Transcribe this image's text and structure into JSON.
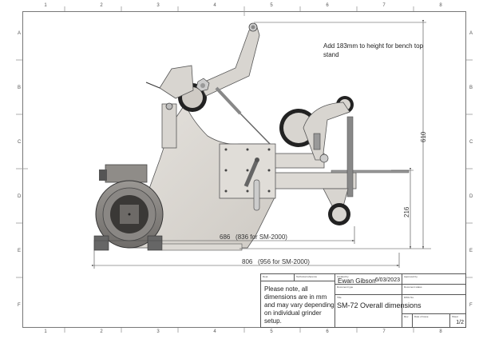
{
  "sheet": {
    "columns": [
      "1",
      "2",
      "3",
      "4",
      "5",
      "6",
      "7",
      "8"
    ],
    "rows": [
      "A",
      "B",
      "C",
      "D",
      "E",
      "F"
    ]
  },
  "annotations": {
    "bench_note": "Add 183mm to height for bench top stand"
  },
  "dimensions": {
    "height_total": "610",
    "table_height": "216",
    "length_inner": "686",
    "length_inner_alt": "(836 for SM-2000)",
    "length_total": "806",
    "length_total_alt": "(956 for SM-2000)"
  },
  "title_block": {
    "dept_label": "Dept.",
    "tech_ref_label": "Technical reference",
    "created_by_label": "Created by",
    "created_by": "Ewan Gibson",
    "date": "6/03/2023",
    "approved_by_label": "Approved by",
    "doc_type_label": "Document type",
    "doc_status_label": "Document status",
    "title_label": "Title",
    "title": "SM-72 Overall dimensions",
    "dwg_no_label": "DWG No.",
    "rev_label": "Rev.",
    "date_issue_label": "Date of issue",
    "sheet_label": "Sheet",
    "sheet": "1/2",
    "note": "Please note, all dimensions are in mm and may vary depending on individual grinder setup."
  }
}
